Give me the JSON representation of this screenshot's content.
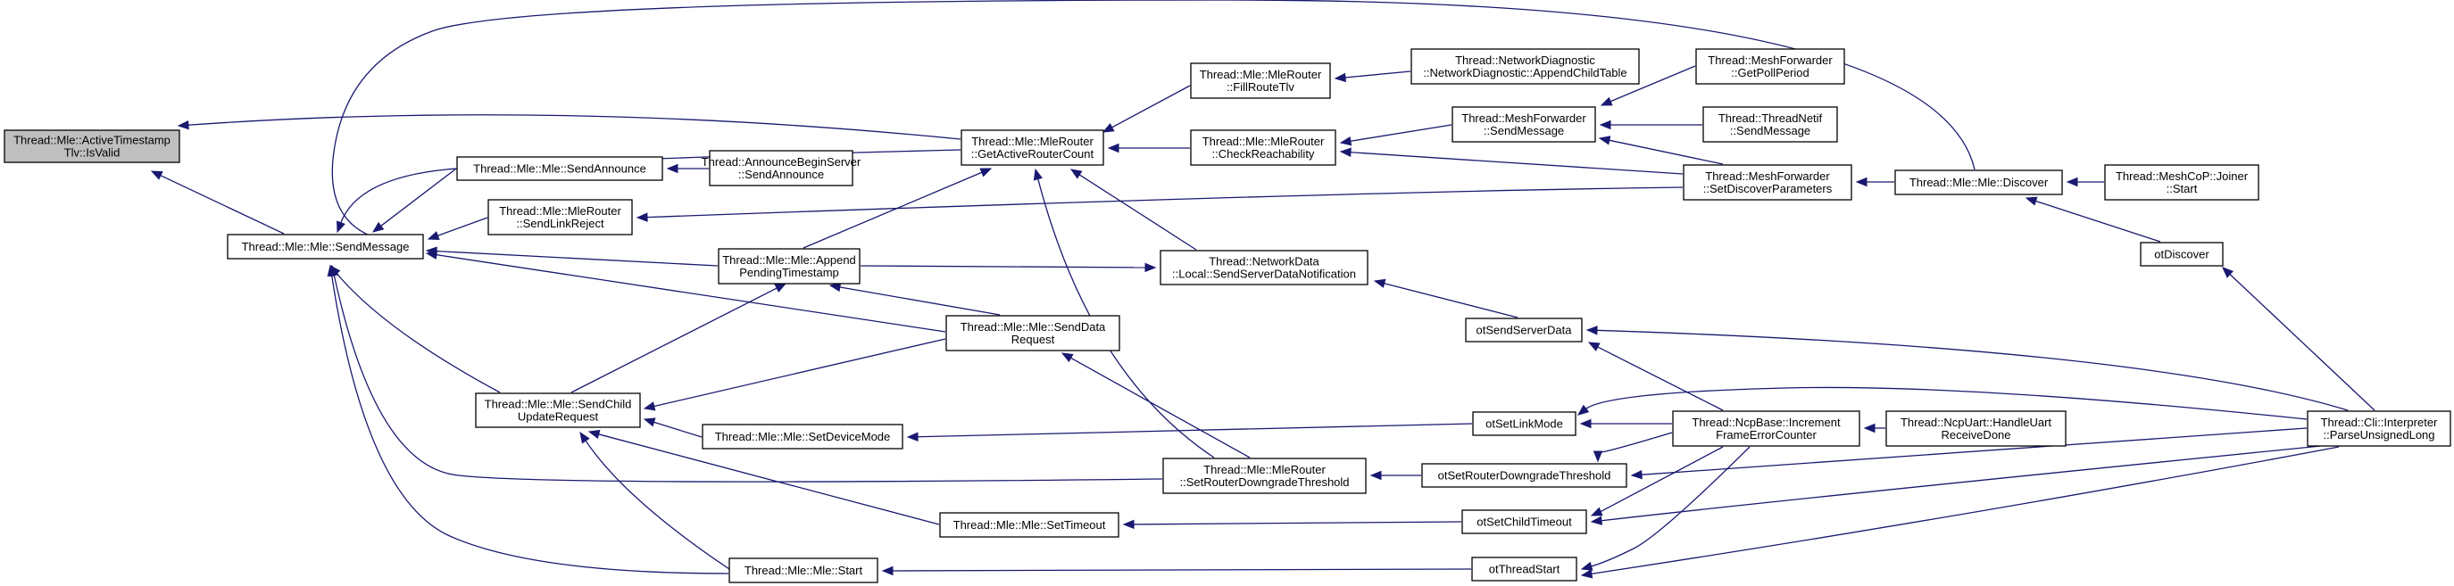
{
  "graph": {
    "title": "",
    "colors": {
      "edge": "#191970",
      "node_border": "#000000",
      "node_fill": "#ffffff",
      "root_fill": "#bfbfbf"
    },
    "nodes": [
      {
        "id": "n0",
        "lines": [
          "Thread::Mle::ActiveTimestamp",
          "Tlv::IsValid"
        ],
        "root": true
      },
      {
        "id": "n1",
        "lines": [
          "Thread::Mle::Mle::SendMessage"
        ]
      },
      {
        "id": "n2",
        "lines": [
          "Thread::Mle::Mle::SendAnnounce"
        ]
      },
      {
        "id": "n3",
        "lines": [
          "Thread::Mle::MleRouter",
          "::SendLinkReject"
        ]
      },
      {
        "id": "n4",
        "lines": [
          "Thread::Mle::Mle::Append",
          "PendingTimestamp"
        ]
      },
      {
        "id": "n5",
        "lines": [
          "Thread::Mle::Mle::SendChild",
          "UpdateRequest"
        ]
      },
      {
        "id": "n6",
        "lines": [
          "Thread::Mle::Mle::SetDeviceMode"
        ]
      },
      {
        "id": "n7",
        "lines": [
          "Thread::Mle::Mle::SetTimeout"
        ]
      },
      {
        "id": "n8",
        "lines": [
          "Thread::Mle::Mle::Start"
        ]
      },
      {
        "id": "n9",
        "lines": [
          "Thread::AnnounceBeginServer",
          "::SendAnnounce"
        ]
      },
      {
        "id": "n10",
        "lines": [
          "Thread::Mle::Mle::SendData",
          "Request"
        ]
      },
      {
        "id": "n11",
        "lines": [
          "Thread::Mle::MleRouter",
          "::GetActiveRouterCount"
        ]
      },
      {
        "id": "n12",
        "lines": [
          "Thread::Mle::MleRouter",
          "::FillRouteTlv"
        ]
      },
      {
        "id": "n13",
        "lines": [
          "Thread::Mle::MleRouter",
          "::CheckReachability"
        ]
      },
      {
        "id": "n14",
        "lines": [
          "Thread::NetworkData",
          "::Local::SendServerDataNotification"
        ]
      },
      {
        "id": "n15",
        "lines": [
          "Thread::Mle::MleRouter",
          "::SetRouterDowngradeThreshold"
        ]
      },
      {
        "id": "n16",
        "lines": [
          "Thread::NetworkDiagnostic",
          "::NetworkDiagnostic::AppendChildTable"
        ]
      },
      {
        "id": "n17",
        "lines": [
          "Thread::MeshForwarder",
          "::SendMessage"
        ]
      },
      {
        "id": "n18",
        "lines": [
          "otSendServerData"
        ]
      },
      {
        "id": "n19",
        "lines": [
          "otSetLinkMode"
        ]
      },
      {
        "id": "n20",
        "lines": [
          "otSetRouterDowngradeThreshold"
        ]
      },
      {
        "id": "n21",
        "lines": [
          "otSetChildTimeout"
        ]
      },
      {
        "id": "n22",
        "lines": [
          "otThreadStart"
        ]
      },
      {
        "id": "n23",
        "lines": [
          "Thread::MeshForwarder",
          "::GetPollPeriod"
        ]
      },
      {
        "id": "n24",
        "lines": [
          "Thread::ThreadNetif",
          "::SendMessage"
        ]
      },
      {
        "id": "n25",
        "lines": [
          "Thread::MeshForwarder",
          "::SetDiscoverParameters"
        ]
      },
      {
        "id": "n26",
        "lines": [
          "Thread::NcpBase::Increment",
          "FrameErrorCounter"
        ]
      },
      {
        "id": "n27",
        "lines": [
          "Thread::Mle::Mle::Discover"
        ]
      },
      {
        "id": "n28",
        "lines": [
          "Thread::NcpUart::HandleUart",
          "ReceiveDone"
        ]
      },
      {
        "id": "n29",
        "lines": [
          "Thread::MeshCoP::Joiner",
          "::Start"
        ]
      },
      {
        "id": "n30",
        "lines": [
          "otDiscover"
        ]
      },
      {
        "id": "n31",
        "lines": [
          "Thread::Cli::Interpreter",
          "::ParseUnsignedLong"
        ]
      }
    ],
    "edges": [
      {
        "from": "n1",
        "to": "n0"
      },
      {
        "from": "n11",
        "to": "n0"
      },
      {
        "from": "n27",
        "to": "n0"
      },
      {
        "from": "n2",
        "to": "n1"
      },
      {
        "from": "n3",
        "to": "n1"
      },
      {
        "from": "n4",
        "to": "n1"
      },
      {
        "from": "n5",
        "to": "n1"
      },
      {
        "from": "n8",
        "to": "n1"
      },
      {
        "from": "n10",
        "to": "n1"
      },
      {
        "from": "n11",
        "to": "n1"
      },
      {
        "from": "n15",
        "to": "n1"
      },
      {
        "from": "n9",
        "to": "n2"
      },
      {
        "from": "n25",
        "to": "n3"
      },
      {
        "from": "n10",
        "to": "n4"
      },
      {
        "from": "n5",
        "to": "n4"
      },
      {
        "from": "n6",
        "to": "n5"
      },
      {
        "from": "n7",
        "to": "n5"
      },
      {
        "from": "n8",
        "to": "n5"
      },
      {
        "from": "n10",
        "to": "n5"
      },
      {
        "from": "n19",
        "to": "n6"
      },
      {
        "from": "n21",
        "to": "n7"
      },
      {
        "from": "n22",
        "to": "n8"
      },
      {
        "from": "n15",
        "to": "n10"
      },
      {
        "from": "n4",
        "to": "n11"
      },
      {
        "from": "n12",
        "to": "n11"
      },
      {
        "from": "n13",
        "to": "n11"
      },
      {
        "from": "n14",
        "to": "n11"
      },
      {
        "from": "n15",
        "to": "n11"
      },
      {
        "from": "n16",
        "to": "n12"
      },
      {
        "from": "n17",
        "to": "n13"
      },
      {
        "from": "n25",
        "to": "n13"
      },
      {
        "from": "n18",
        "to": "n14"
      },
      {
        "from": "n4",
        "to": "n14"
      },
      {
        "from": "n20",
        "to": "n15"
      },
      {
        "from": "n23",
        "to": "n17"
      },
      {
        "from": "n24",
        "to": "n17"
      },
      {
        "from": "n25",
        "to": "n17"
      },
      {
        "from": "n26",
        "to": "n18"
      },
      {
        "from": "n31",
        "to": "n18"
      },
      {
        "from": "n26",
        "to": "n19"
      },
      {
        "from": "n31",
        "to": "n19"
      },
      {
        "from": "n26",
        "to": "n20"
      },
      {
        "from": "n31",
        "to": "n20"
      },
      {
        "from": "n26",
        "to": "n21"
      },
      {
        "from": "n31",
        "to": "n21"
      },
      {
        "from": "n26",
        "to": "n22"
      },
      {
        "from": "n31",
        "to": "n22"
      },
      {
        "from": "n27",
        "to": "n25"
      },
      {
        "from": "n28",
        "to": "n26"
      },
      {
        "from": "n29",
        "to": "n27"
      },
      {
        "from": "n30",
        "to": "n27"
      },
      {
        "from": "n31",
        "to": "n30"
      }
    ]
  }
}
